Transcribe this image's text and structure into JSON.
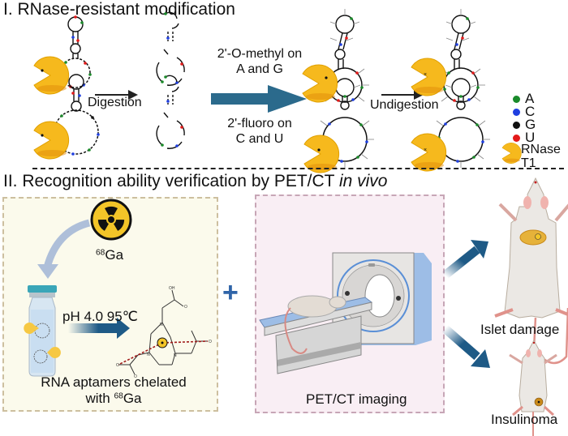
{
  "section1": {
    "title": "I. RNase-resistant modification",
    "digestion_label": "Digestion",
    "modification_top_line1": "2'-O-methyl on",
    "modification_top_line2": "A and G",
    "modification_bottom_line1": "2'-fluoro on",
    "modification_bottom_line2": "C and U",
    "undigestion_label": "Undigestion",
    "legend": {
      "items": [
        {
          "label": "A",
          "color": "#1a8a2a"
        },
        {
          "label": "C",
          "color": "#1f3fe0"
        },
        {
          "label": "G",
          "color": "#111111"
        },
        {
          "label": "U",
          "color": "#e31a1a"
        }
      ],
      "enzyme_label_line1": "RNase",
      "enzyme_label_line2": "T1"
    }
  },
  "section2": {
    "title_main": "II. Recognition ability verification by PET/CT ",
    "title_italic": "in vivo",
    "isotope_mass": "68",
    "isotope_symbol": "Ga",
    "reaction_condition": "pH 4.0 95℃",
    "chelation_caption_line1": "RNA aptamers chelated",
    "chelation_caption_line2_prefix": "with ",
    "plus_sign": "+",
    "imaging_label": "PET/CT imaging",
    "outcome_top": "Islet damage",
    "outcome_bottom": "Insulinoma"
  },
  "colors": {
    "enzyme_yellow": "#f6b91d",
    "arrow_blue": "#2b6a8c",
    "dark_arrow_blue": "#1e5a86",
    "panel_left_bg": "#fbfaec",
    "panel_mid_bg": "#f9eef4",
    "chelate_red_dash": "#a11c1c"
  }
}
